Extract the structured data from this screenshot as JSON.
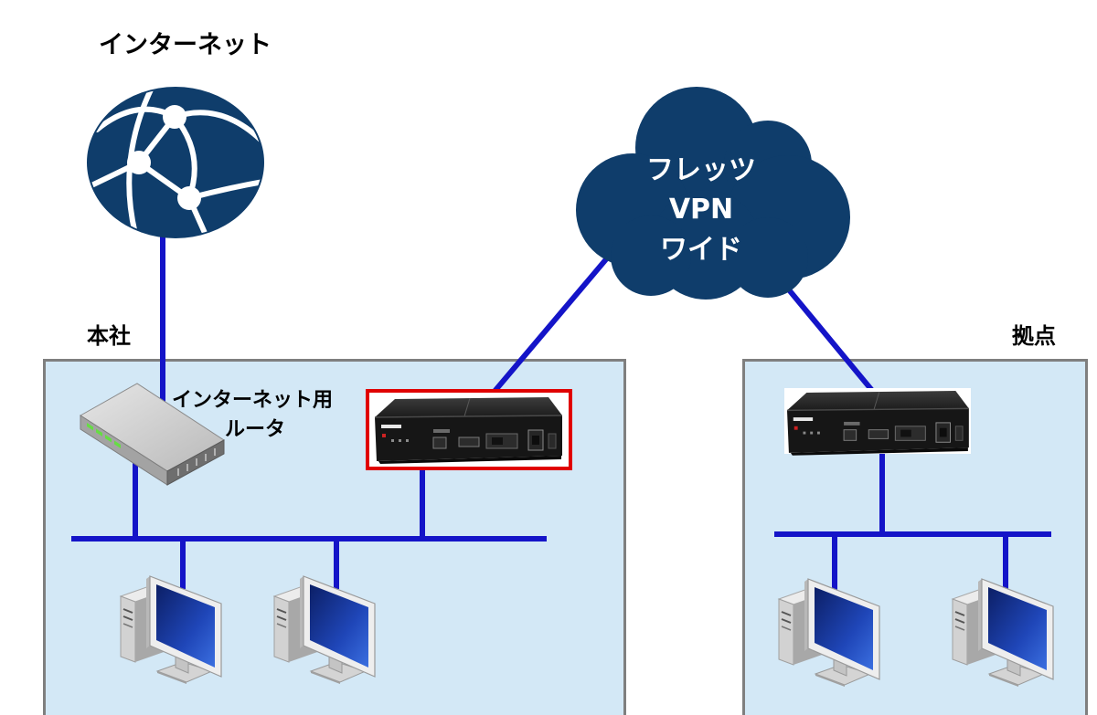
{
  "title": "インターネット",
  "cloud": {
    "lines": [
      "フレッツ",
      "VPN",
      "ワイド"
    ]
  },
  "zones": {
    "headquarters": {
      "label": "本社",
      "internet_router_label": [
        "インターネット用",
        "ルータ"
      ]
    },
    "branch": {
      "label": "拠点"
    }
  },
  "colors": {
    "link": "#1414c8",
    "navy": "#0f3d6b",
    "zone": "#d3e8f6",
    "zone_border": "#7f7f7f",
    "highlight": "#e00000"
  },
  "icons": {
    "internet": "globe-network-icon",
    "vpn": "cloud-icon",
    "internet_router": "router-icon",
    "vpn_router": "vpn-router-icon",
    "client": "desktop-pc-icon"
  }
}
